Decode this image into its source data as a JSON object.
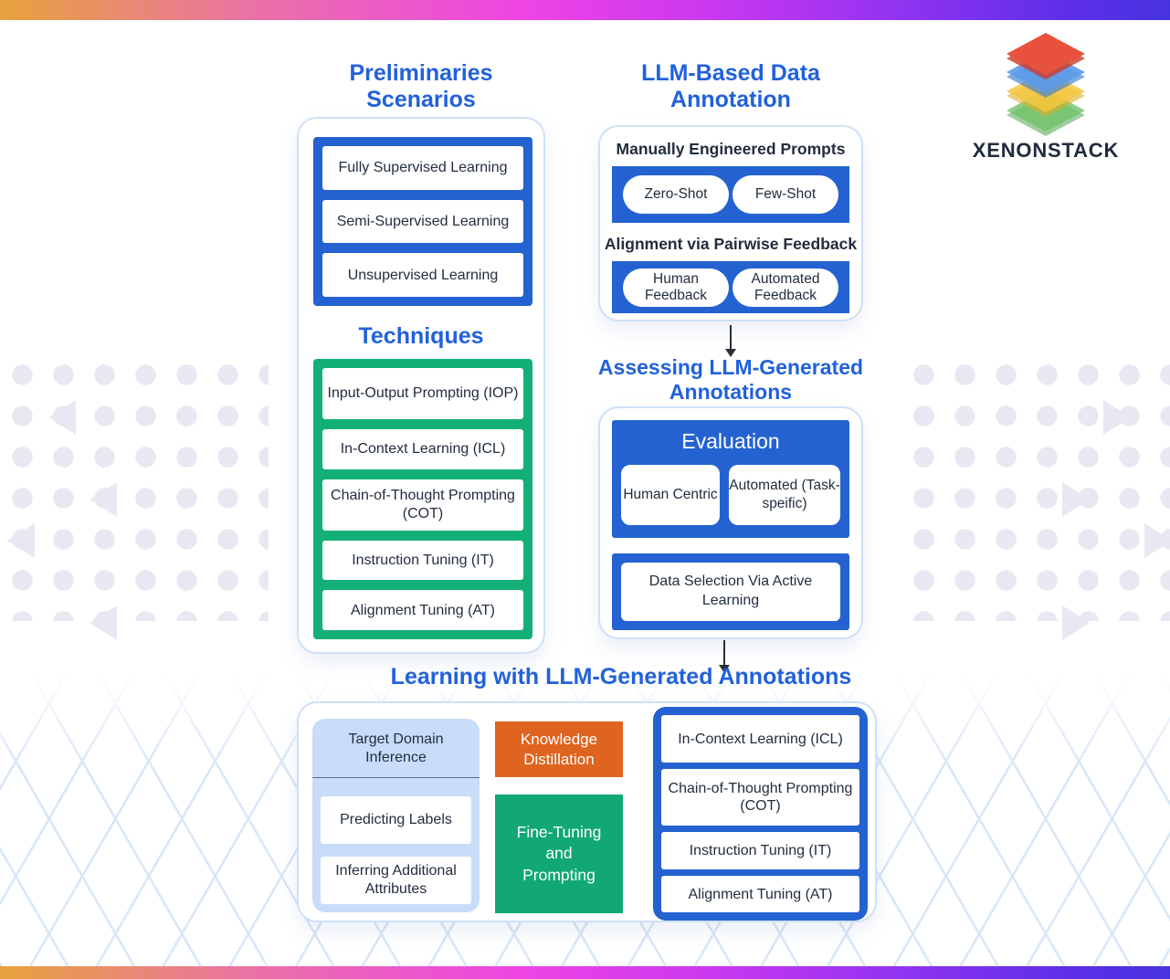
{
  "brand": {
    "name": "XENONSTACK"
  },
  "colors": {
    "accent_blue": "#2462D1",
    "header_blue": "#2161DB",
    "green": "#12B077",
    "orange": "#DE6420",
    "light_blue": "#C7DDF8"
  },
  "sections": {
    "preliminaries": {
      "title": "Preliminaries Scenarios",
      "items": [
        "Fully Supervised Learning",
        "Semi-Supervised Learning",
        "Unsupervised Learning"
      ]
    },
    "techniques": {
      "title": "Techniques",
      "items": [
        "Input-Output Prompting (IOP)",
        "In-Context Learning (ICL)",
        "Chain-of-Thought Prompting (COT)",
        "Instruction Tuning (IT)",
        "Alignment Tuning (AT)"
      ]
    },
    "annotation": {
      "title": "LLM-Based Data Annotation",
      "groups": [
        {
          "label": "Manually Engineered Prompts",
          "pills": [
            "Zero-Shot",
            "Few-Shot"
          ]
        },
        {
          "label": "Alignment via Pairwise Feedback",
          "pills": [
            "Human Feedback",
            "Automated Feedback"
          ]
        }
      ]
    },
    "assessing": {
      "title": "Assessing LLM-Generated Annotations",
      "evaluation_title": "Evaluation",
      "evaluation_items": [
        "Human Centric",
        "Automated (Task-speific)"
      ],
      "selection_item": "Data Selection Via Active Learning"
    },
    "learning": {
      "title": "Learning with LLM-Generated Annotations",
      "target_domain": {
        "title": "Target Domain Inference",
        "items": [
          "Predicting Labels",
          "Inferring Additional Attributes"
        ]
      },
      "methods": [
        "Knowledge Distillation",
        "Fine-Tuning and Prompting"
      ],
      "techniques": [
        "In-Context Learning (ICL)",
        "Chain-of-Thought Prompting (COT)",
        "Instruction Tuning (IT)",
        "Alignment Tuning (AT)"
      ]
    }
  }
}
